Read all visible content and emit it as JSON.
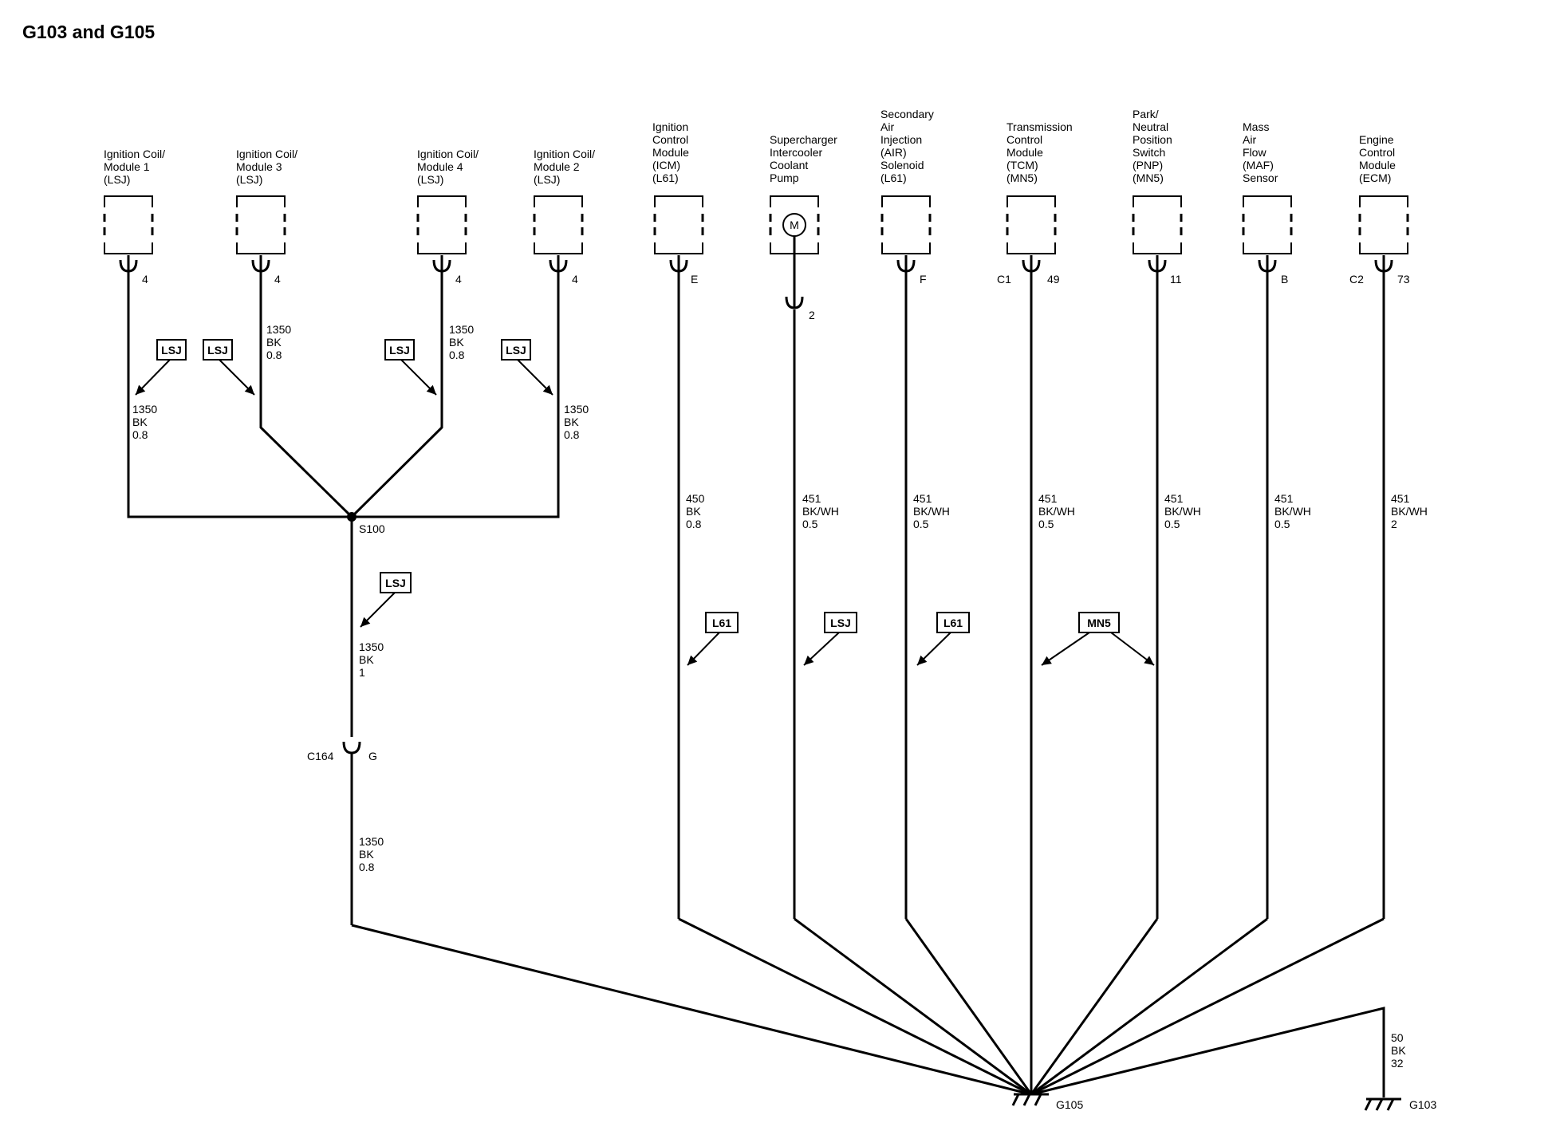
{
  "title": "G103 and G105",
  "components": [
    {
      "id": "coil1",
      "lines": [
        "Ignition Coil/",
        "Module 1",
        "(LSJ)"
      ],
      "pin": "4"
    },
    {
      "id": "coil3",
      "lines": [
        "Ignition Coil/",
        "Module 3",
        "(LSJ)"
      ],
      "pin": "4"
    },
    {
      "id": "coil4",
      "lines": [
        "Ignition Coil/",
        "Module 4",
        "(LSJ)"
      ],
      "pin": "4"
    },
    {
      "id": "coil2",
      "lines": [
        "Ignition Coil/",
        "Module 2",
        "(LSJ)"
      ],
      "pin": "4"
    },
    {
      "id": "icm",
      "lines": [
        "Ignition",
        "Control",
        "Module",
        "(ICM)",
        "(L61)"
      ],
      "pin": "E"
    },
    {
      "id": "pump",
      "lines": [
        "Supercharger",
        "Intercooler",
        "Coolant",
        "Pump"
      ],
      "pin": "2",
      "motor": "M"
    },
    {
      "id": "air",
      "lines": [
        "Secondary",
        "Air",
        "Injection",
        "(AIR)",
        "Solenoid",
        "(L61)"
      ],
      "pin": "F"
    },
    {
      "id": "tcm",
      "lines": [
        "Transmission",
        "Control",
        "Module",
        "(TCM)",
        "(MN5)"
      ],
      "pin": "49",
      "connector": "C1"
    },
    {
      "id": "pnp",
      "lines": [
        "Park/",
        "Neutral",
        "Position",
        "Switch",
        "(PNP)",
        "(MN5)"
      ],
      "pin": "11"
    },
    {
      "id": "maf",
      "lines": [
        "Mass",
        "Air",
        "Flow",
        "(MAF)",
        "Sensor"
      ],
      "pin": "B"
    },
    {
      "id": "ecm",
      "lines": [
        "Engine",
        "Control",
        "Module",
        "(ECM)"
      ],
      "pin": "73",
      "connector": "C2"
    }
  ],
  "wire_labels": [
    {
      "id": "w-coil1",
      "lines": [
        "1350",
        "BK",
        "0.8"
      ]
    },
    {
      "id": "w-coil3",
      "lines": [
        "1350",
        "BK",
        "0.8"
      ]
    },
    {
      "id": "w-coil4",
      "lines": [
        "1350",
        "BK",
        "0.8"
      ]
    },
    {
      "id": "w-coil2",
      "lines": [
        "1350",
        "BK",
        "0.8"
      ]
    },
    {
      "id": "w-s100",
      "lines": [
        "1350",
        "BK",
        "1"
      ]
    },
    {
      "id": "w-c164",
      "lines": [
        "1350",
        "BK",
        "0.8"
      ]
    },
    {
      "id": "w-icm",
      "lines": [
        "450",
        "BK",
        "0.8"
      ]
    },
    {
      "id": "w-pump",
      "lines": [
        "451",
        "BK/WH",
        "0.5"
      ]
    },
    {
      "id": "w-air",
      "lines": [
        "451",
        "BK/WH",
        "0.5"
      ]
    },
    {
      "id": "w-tcm",
      "lines": [
        "451",
        "BK/WH",
        "0.5"
      ]
    },
    {
      "id": "w-pnp",
      "lines": [
        "451",
        "BK/WH",
        "0.5"
      ]
    },
    {
      "id": "w-maf",
      "lines": [
        "451",
        "BK/WH",
        "0.5"
      ]
    },
    {
      "id": "w-ecm",
      "lines": [
        "451",
        "BK/WH",
        "2"
      ]
    },
    {
      "id": "w-g103",
      "lines": [
        "50",
        "BK",
        "32"
      ]
    }
  ],
  "option_tags": [
    {
      "id": "t1",
      "text": "LSJ"
    },
    {
      "id": "t2",
      "text": "LSJ"
    },
    {
      "id": "t3",
      "text": "LSJ"
    },
    {
      "id": "t4",
      "text": "LSJ"
    },
    {
      "id": "t5",
      "text": "LSJ"
    },
    {
      "id": "t6",
      "text": "L61"
    },
    {
      "id": "t7",
      "text": "LSJ"
    },
    {
      "id": "t8",
      "text": "L61"
    },
    {
      "id": "t9",
      "text": "MN5"
    }
  ],
  "splice": "S100",
  "inline_connector": {
    "name": "C164",
    "pin": "G"
  },
  "grounds": [
    {
      "id": "g105",
      "text": "G105"
    },
    {
      "id": "g103",
      "text": "G103"
    }
  ]
}
